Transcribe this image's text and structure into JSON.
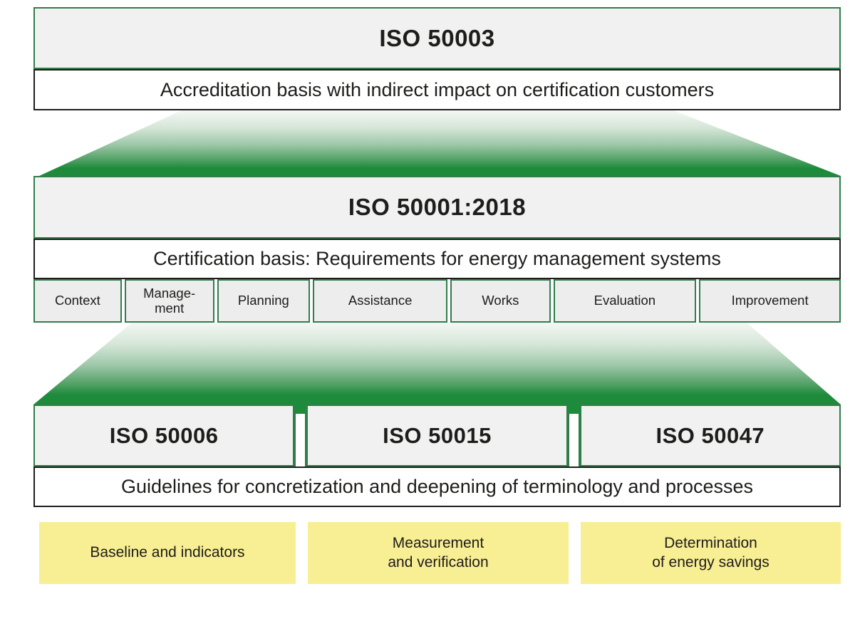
{
  "colors": {
    "accent_green": "#1e8b3c",
    "border_green": "#2f7e4a",
    "box_fill_gray": "#f1f1f1",
    "dark_border": "#1d1d1b",
    "topic_yellow": "#f8ee93"
  },
  "level1": {
    "title": "ISO 50003",
    "subtitle": "Accreditation basis with indirect impact on certification customers"
  },
  "level2": {
    "title": "ISO 50001:2018",
    "subtitle": "Certification basis: Requirements for energy management systems",
    "sections": [
      {
        "lines": [
          "Context"
        ]
      },
      {
        "lines": [
          "Manage-",
          "ment"
        ]
      },
      {
        "lines": [
          "Planning"
        ]
      },
      {
        "lines": [
          "Assistance"
        ]
      },
      {
        "lines": [
          "Works"
        ]
      },
      {
        "lines": [
          "Evaluation"
        ]
      },
      {
        "lines": [
          "Improvement"
        ]
      }
    ]
  },
  "level3": {
    "standards": [
      {
        "title": "ISO 50006"
      },
      {
        "title": "ISO 50015"
      },
      {
        "title": "ISO 50047"
      }
    ],
    "subtitle": "Guidelines for concretization and deepening of terminology and processes",
    "topics": [
      {
        "lines": [
          "Baseline and indicators",
          ""
        ]
      },
      {
        "lines": [
          "Measurement",
          "and verification"
        ]
      },
      {
        "lines": [
          "Determination",
          "of energy savings"
        ]
      }
    ]
  }
}
